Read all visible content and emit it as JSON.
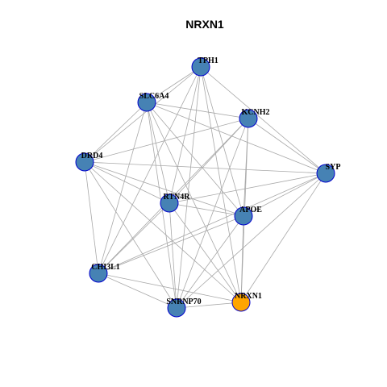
{
  "figure": {
    "title": "NRXN1"
  },
  "colors": {
    "node_default": "#4682b4",
    "node_highlight": "#ffa500",
    "node_border": "#0000cd",
    "edge": "#a8a8a8"
  },
  "graph": {
    "nodes": [
      {
        "id": "TPH1",
        "label": "TPH1",
        "highlight": false
      },
      {
        "id": "SLC6A4",
        "label": "SLC6A4",
        "highlight": false
      },
      {
        "id": "KCNH2",
        "label": "KCNH2",
        "highlight": false
      },
      {
        "id": "DRD4",
        "label": "DRD4",
        "highlight": false
      },
      {
        "id": "SYP",
        "label": "SYP",
        "highlight": false
      },
      {
        "id": "RTN4R",
        "label": "RTN4R",
        "highlight": false
      },
      {
        "id": "APOE",
        "label": "APOE",
        "highlight": false
      },
      {
        "id": "CHI3L1",
        "label": "CHI3L1",
        "highlight": false
      },
      {
        "id": "NRXN1",
        "label": "NRXN1",
        "highlight": true
      },
      {
        "id": "SNRNP70",
        "label": "SNRNP70",
        "highlight": false
      }
    ],
    "edges": [
      [
        "TPH1",
        "SLC6A4"
      ],
      [
        "TPH1",
        "DRD4"
      ],
      [
        "TPH1",
        "SYP"
      ],
      [
        "TPH1",
        "RTN4R"
      ],
      [
        "TPH1",
        "APOE"
      ],
      [
        "TPH1",
        "CHI3L1"
      ],
      [
        "TPH1",
        "NRXN1"
      ],
      [
        "TPH1",
        "SNRNP70"
      ],
      [
        "SLC6A4",
        "KCNH2"
      ],
      [
        "SLC6A4",
        "DRD4"
      ],
      [
        "SLC6A4",
        "SYP"
      ],
      [
        "SLC6A4",
        "RTN4R"
      ],
      [
        "SLC6A4",
        "APOE"
      ],
      [
        "SLC6A4",
        "CHI3L1"
      ],
      [
        "SLC6A4",
        "NRXN1"
      ],
      [
        "SLC6A4",
        "SNRNP70"
      ],
      [
        "KCNH2",
        "DRD4"
      ],
      [
        "KCNH2",
        "SYP"
      ],
      [
        "KCNH2",
        "RTN4R"
      ],
      [
        "KCNH2",
        "APOE"
      ],
      [
        "KCNH2",
        "CHI3L1"
      ],
      [
        "KCNH2",
        "NRXN1"
      ],
      [
        "KCNH2",
        "SNRNP70"
      ],
      [
        "DRD4",
        "RTN4R"
      ],
      [
        "DRD4",
        "APOE"
      ],
      [
        "DRD4",
        "CHI3L1"
      ],
      [
        "DRD4",
        "NRXN1"
      ],
      [
        "DRD4",
        "SNRNP70"
      ],
      [
        "DRD4",
        "SYP"
      ],
      [
        "SYP",
        "RTN4R"
      ],
      [
        "SYP",
        "APOE"
      ],
      [
        "SYP",
        "CHI3L1"
      ],
      [
        "SYP",
        "NRXN1"
      ],
      [
        "SYP",
        "SNRNP70"
      ],
      [
        "RTN4R",
        "APOE"
      ],
      [
        "RTN4R",
        "CHI3L1"
      ],
      [
        "RTN4R",
        "NRXN1"
      ],
      [
        "RTN4R",
        "SNRNP70"
      ],
      [
        "APOE",
        "CHI3L1"
      ],
      [
        "APOE",
        "NRXN1"
      ],
      [
        "APOE",
        "SNRNP70"
      ],
      [
        "CHI3L1",
        "NRXN1"
      ],
      [
        "CHI3L1",
        "SNRNP70"
      ],
      [
        "SNRNP70",
        "NRXN1"
      ]
    ]
  }
}
